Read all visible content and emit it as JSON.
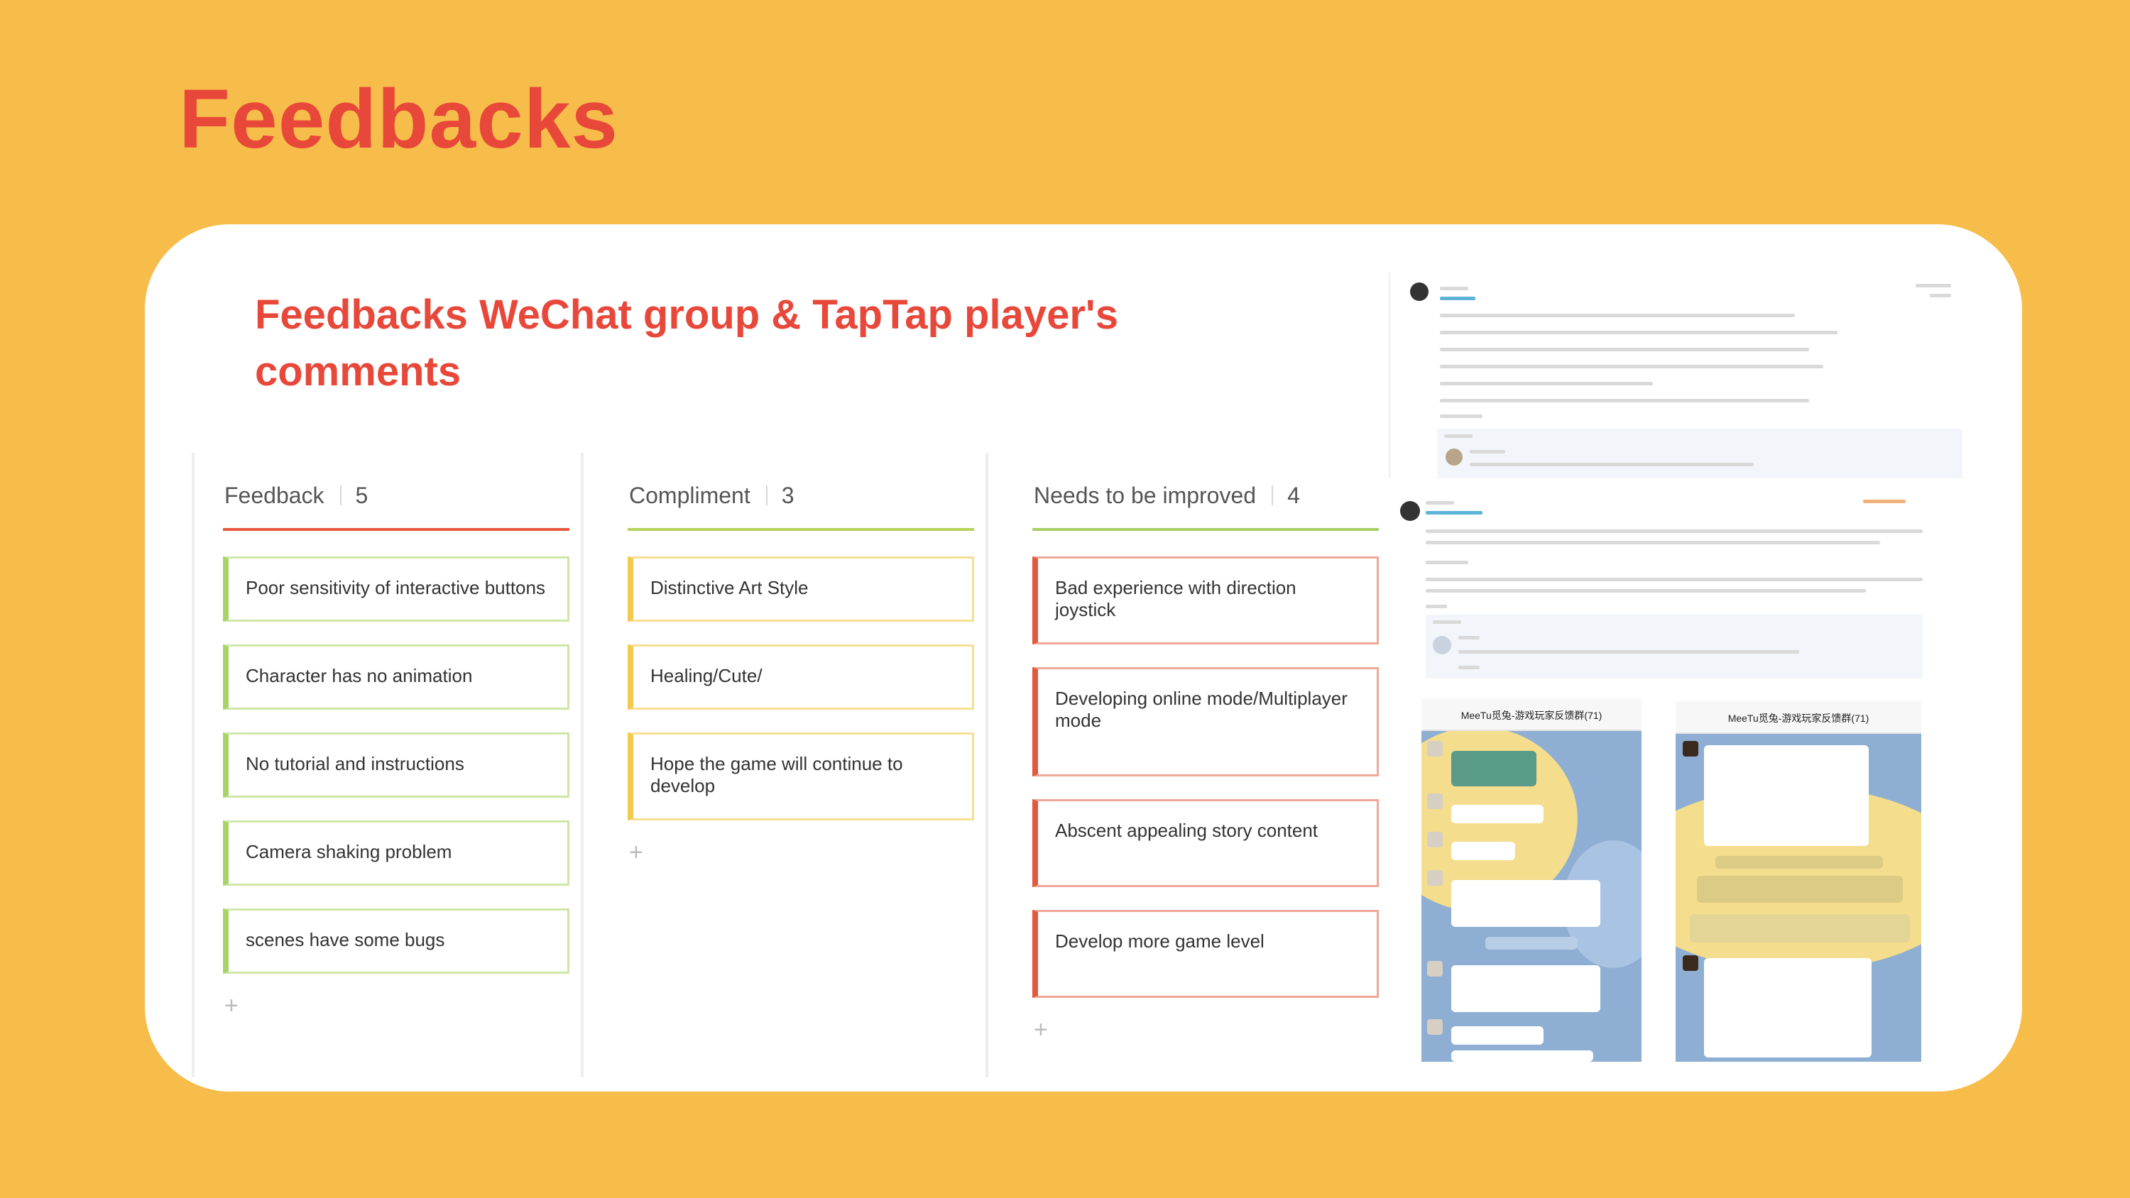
{
  "slide": {
    "title": "Feedbacks"
  },
  "card": {
    "subtitle": "Feedbacks WeChat group & TapTap player's comments"
  },
  "board": {
    "columns": [
      {
        "name": "Feedback",
        "count": "5",
        "accent": "#E8583E",
        "card_border": "#A8D36A",
        "items": [
          "Poor sensitivity of interactive buttons",
          "Character has no animation",
          "No tutorial and instructions",
          "Camera shaking problem",
          "scenes have some bugs"
        ]
      },
      {
        "name": "Compliment",
        "count": "3",
        "accent": "#B5D35B",
        "card_border": "#F2C94C",
        "items": [
          "Distinctive  Art Style",
          "Healing/Cute/",
          "Hope the game will continue to develop"
        ]
      },
      {
        "name": "Needs to be improved",
        "count": "4",
        "accent": "#A6CF64",
        "card_border": "#E2593B",
        "items": [
          "Bad experience with direction joystick",
          "Developing online mode/Multiplayer mode",
          "Abscent appealing story content",
          "Develop more game level"
        ]
      }
    ],
    "add_symbol": "+"
  },
  "screenshots": {
    "chat_left_title": "MeeTu觅兔-游戏玩家反馈群(71)",
    "chat_right_title": "MeeTu觅兔-游戏玩家反馈群(71)"
  }
}
